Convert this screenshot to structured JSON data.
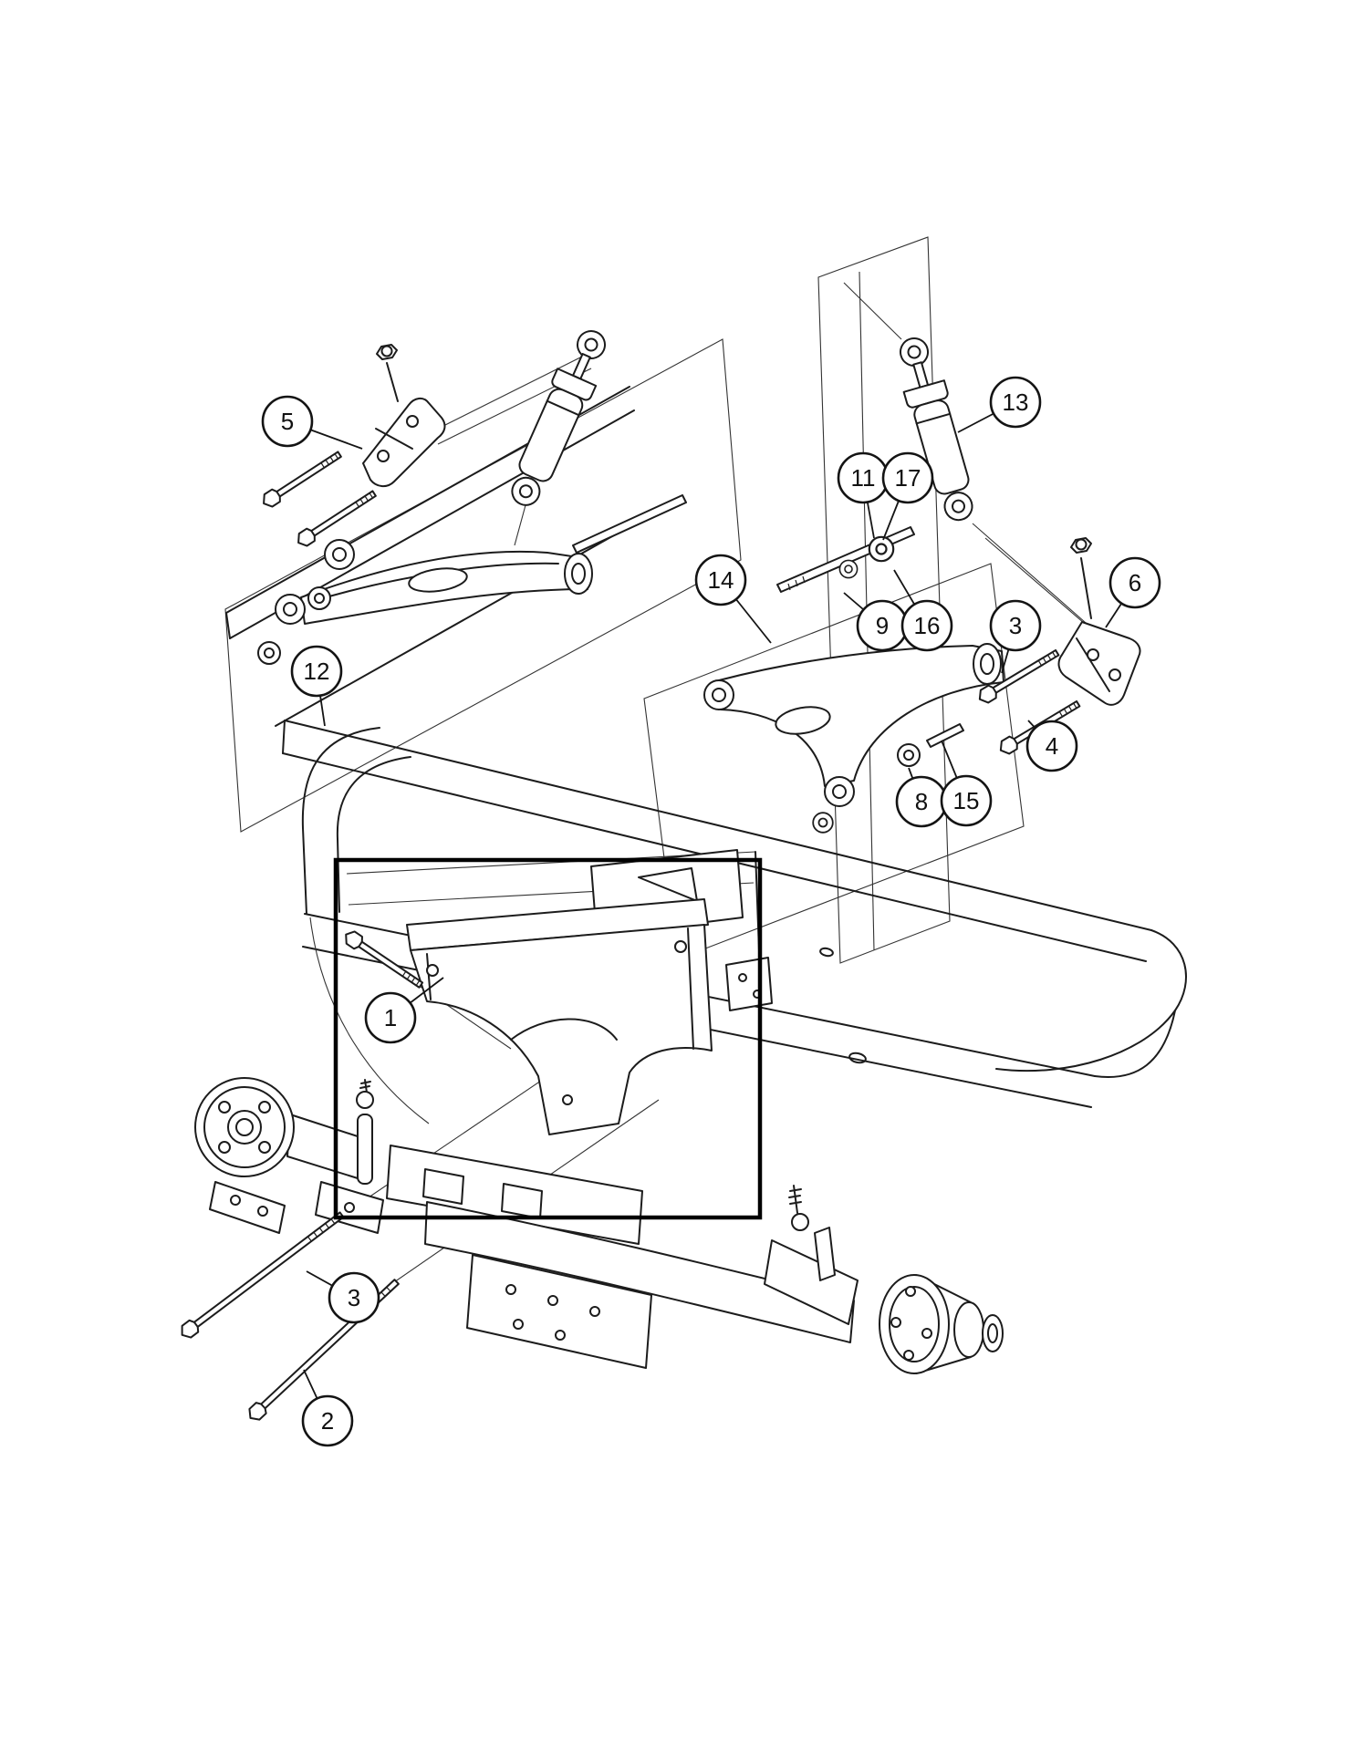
{
  "diagram": {
    "colors": {
      "line": "#1c1c1c",
      "background": "#ffffff",
      "highlight_box": "#000000"
    },
    "callouts": [
      {
        "label": "5"
      },
      {
        "label": "13"
      },
      {
        "label": "11"
      },
      {
        "label": "17"
      },
      {
        "label": "14"
      },
      {
        "label": "9"
      },
      {
        "label": "16"
      },
      {
        "label": "3"
      },
      {
        "label": "6"
      },
      {
        "label": "12"
      },
      {
        "label": "4"
      },
      {
        "label": "8"
      },
      {
        "label": "15"
      },
      {
        "label": "1"
      },
      {
        "label": "3"
      },
      {
        "label": "2"
      }
    ]
  }
}
